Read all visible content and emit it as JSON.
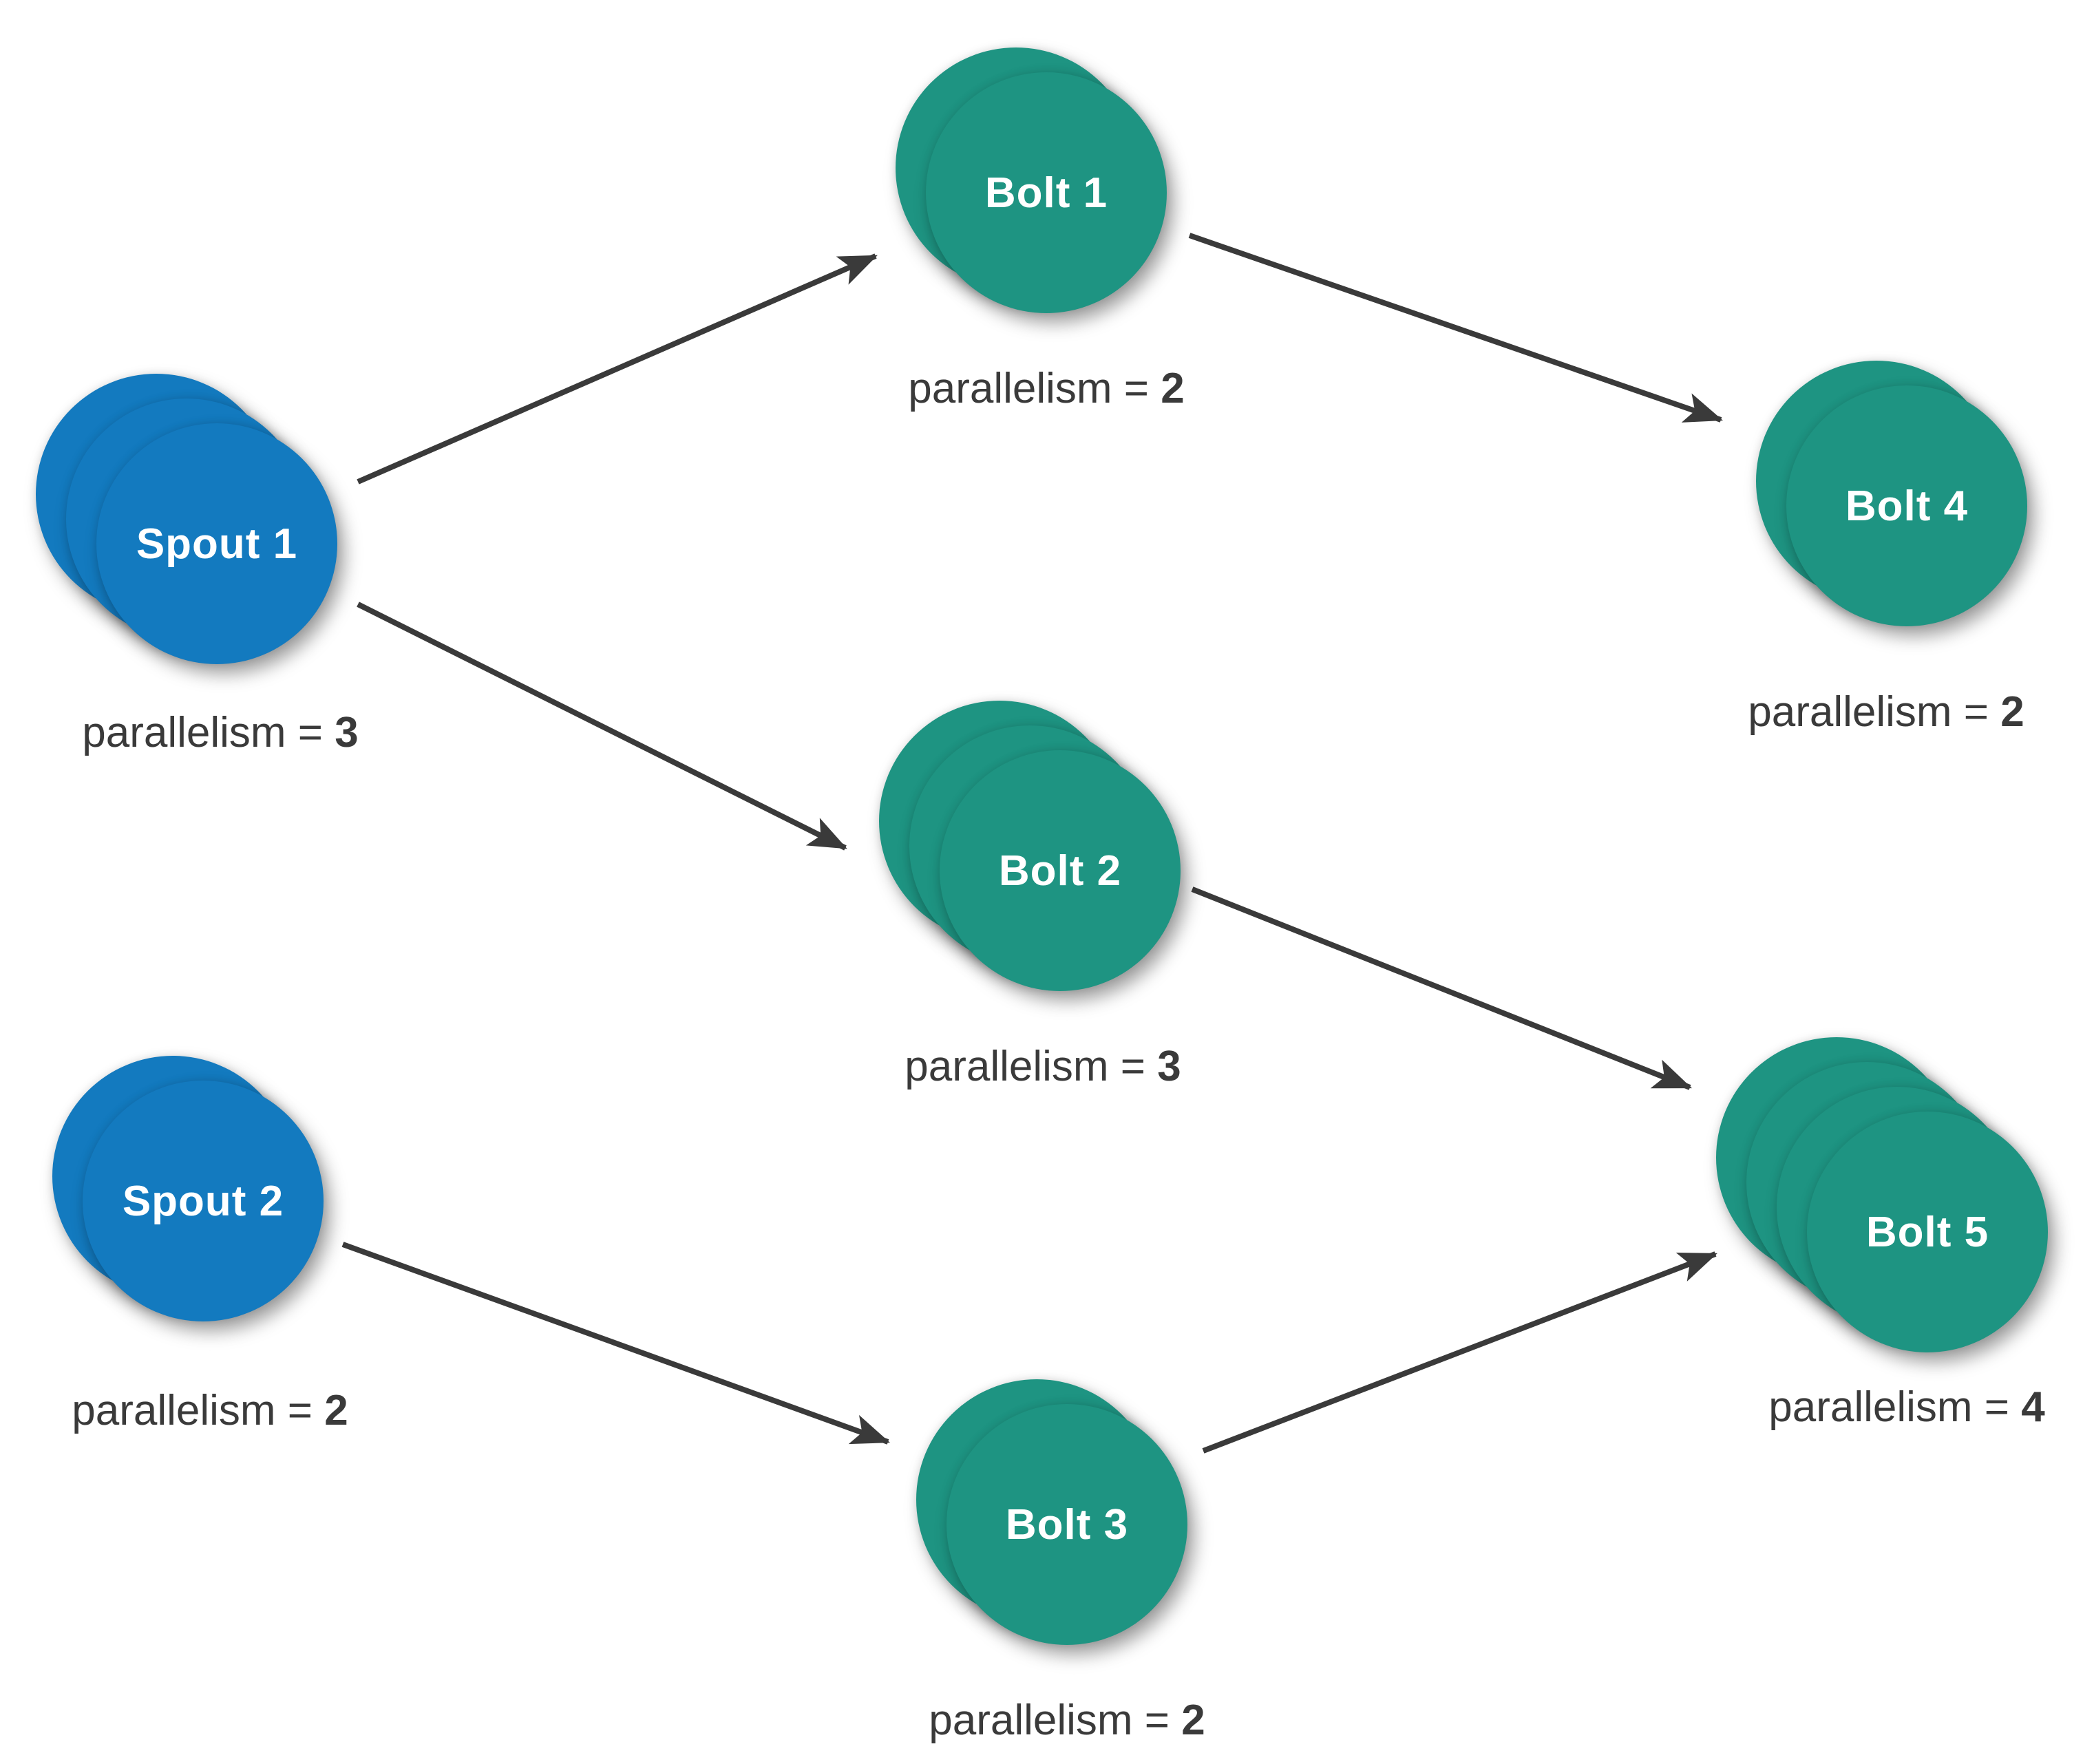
{
  "diagram": {
    "type": "storm-topology",
    "colors": {
      "spout_fill": "#137abf",
      "bolt_fill": "#1e9482",
      "arrow": "#3a3a3a",
      "label_text": "#3a3a3a",
      "node_label_text": "#ffffff",
      "background": "#ffffff"
    },
    "nodes": {
      "spout1": {
        "label": "Spout 1",
        "kind": "spout",
        "instances": 3,
        "parallelism_prefix": "parallelism = ",
        "parallelism": "3"
      },
      "spout2": {
        "label": "Spout 2",
        "kind": "spout",
        "instances": 2,
        "parallelism_prefix": "parallelism = ",
        "parallelism": "2"
      },
      "bolt1": {
        "label": "Bolt 1",
        "kind": "bolt",
        "instances": 2,
        "parallelism_prefix": "parallelism = ",
        "parallelism": "2"
      },
      "bolt2": {
        "label": "Bolt 2",
        "kind": "bolt",
        "instances": 3,
        "parallelism_prefix": "parallelism = ",
        "parallelism": "3"
      },
      "bolt3": {
        "label": "Bolt 3",
        "kind": "bolt",
        "instances": 2,
        "parallelism_prefix": "parallelism = ",
        "parallelism": "2"
      },
      "bolt4": {
        "label": "Bolt 4",
        "kind": "bolt",
        "instances": 2,
        "parallelism_prefix": "parallelism = ",
        "parallelism": "2"
      },
      "bolt5": {
        "label": "Bolt 5",
        "kind": "bolt",
        "instances": 4,
        "parallelism_prefix": "parallelism = ",
        "parallelism": "4"
      }
    },
    "edges": [
      {
        "from": "Spout 1",
        "to": "Bolt 1"
      },
      {
        "from": "Spout 1",
        "to": "Bolt 2"
      },
      {
        "from": "Spout 2",
        "to": "Bolt 3"
      },
      {
        "from": "Bolt 1",
        "to": "Bolt 4"
      },
      {
        "from": "Bolt 2",
        "to": "Bolt 5"
      },
      {
        "from": "Bolt 3",
        "to": "Bolt 5"
      }
    ]
  }
}
